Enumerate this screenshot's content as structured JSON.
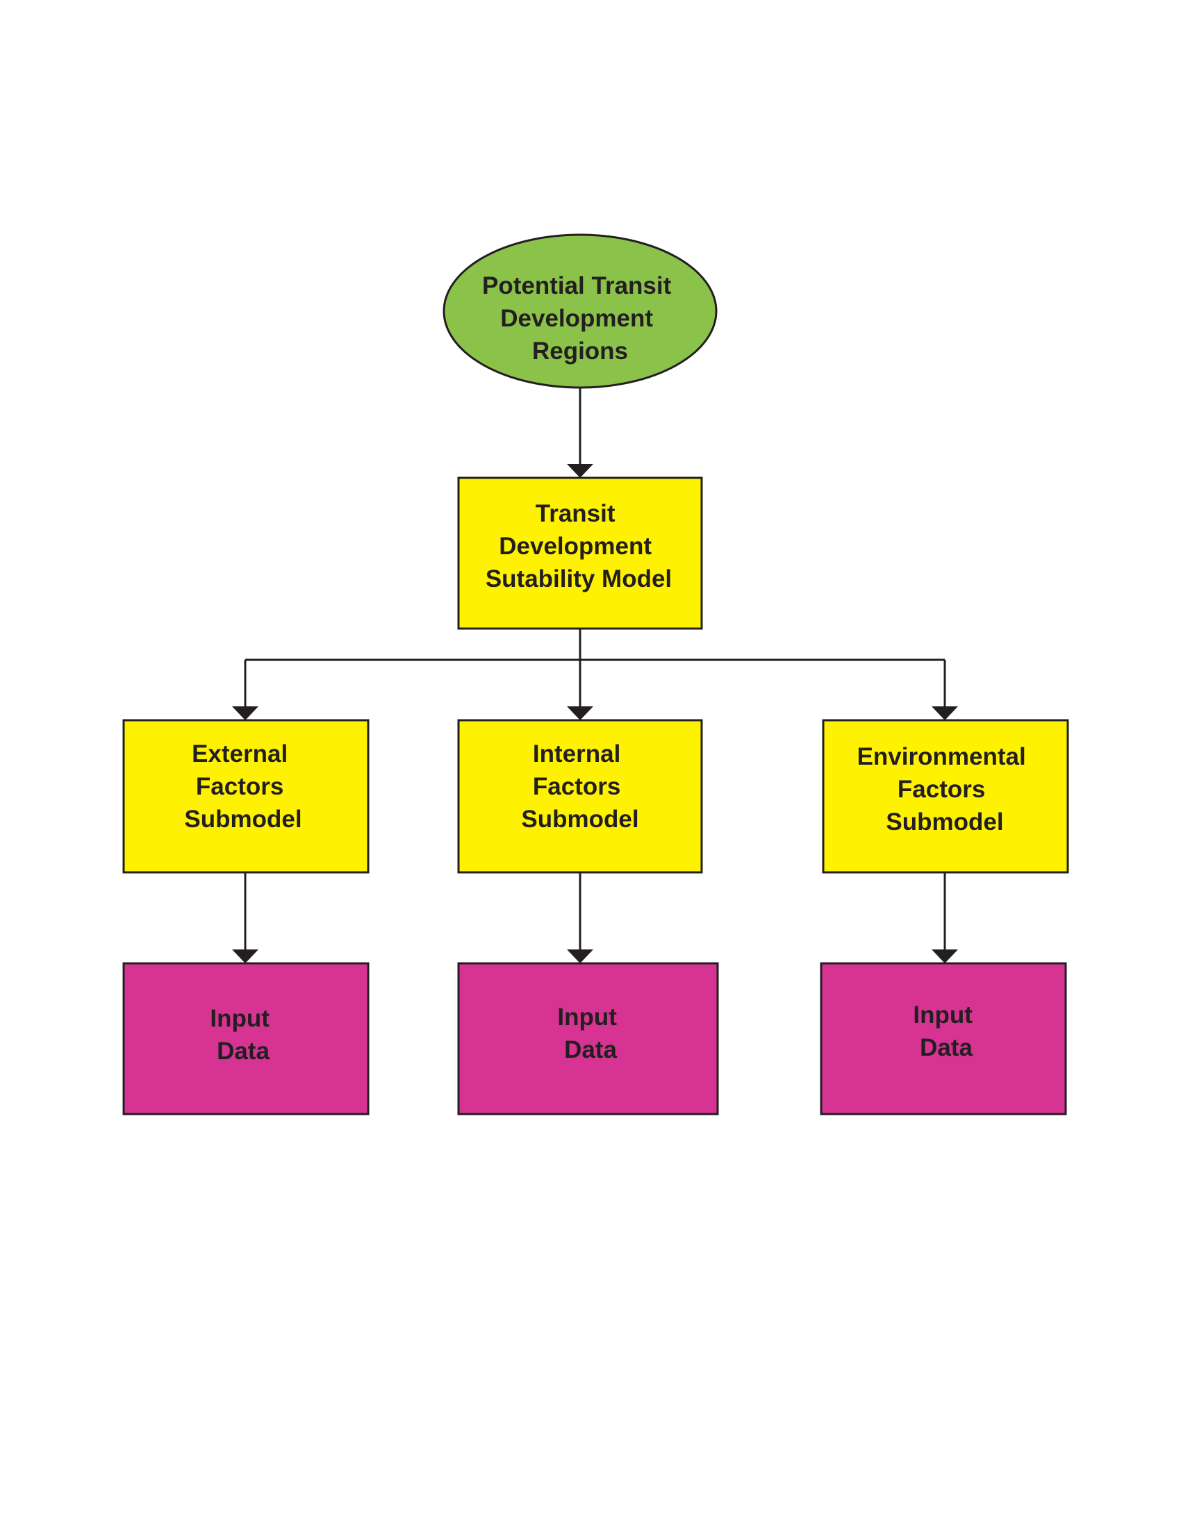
{
  "colors": {
    "root_fill": "#8bc34a",
    "model_fill": "#fff200",
    "input_fill": "#d63392",
    "line": "#231f20",
    "text": "#231f20"
  },
  "diagram": {
    "root": {
      "lines": [
        "Potential Transit",
        "Development",
        "Regions"
      ]
    },
    "model": {
      "lines": [
        "Transit",
        "Development",
        "Sutability Model"
      ]
    },
    "submodels": [
      {
        "lines": [
          "External",
          "Factors",
          "Submodel"
        ]
      },
      {
        "lines": [
          "Internal",
          "Factors",
          "Submodel"
        ]
      },
      {
        "lines": [
          "Environmental",
          "Factors",
          "Submodel"
        ]
      }
    ],
    "inputs": [
      {
        "lines": [
          "Input",
          "Data"
        ]
      },
      {
        "lines": [
          "Input",
          "Data"
        ]
      },
      {
        "lines": [
          "Input",
          "Data"
        ]
      }
    ]
  }
}
